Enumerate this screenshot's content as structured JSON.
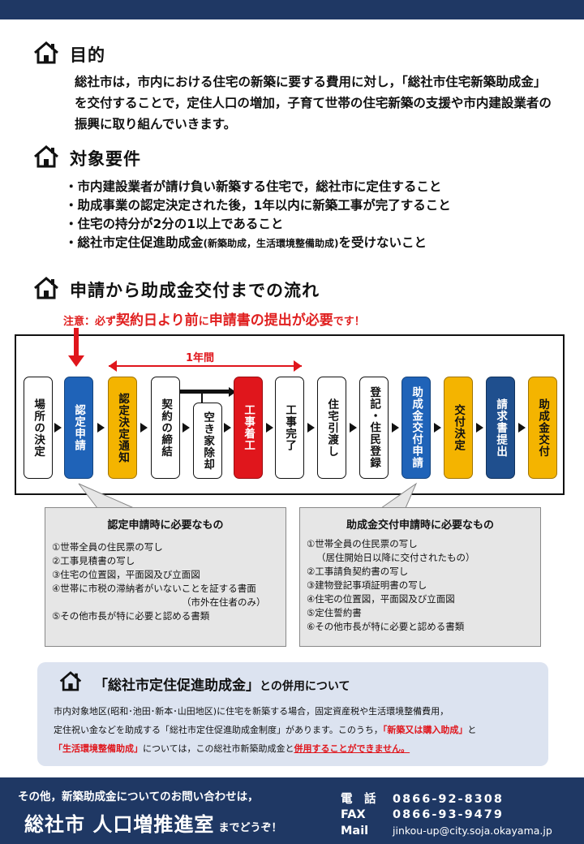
{
  "purpose": {
    "heading": "目的",
    "text": "総社市は，市内における住宅の新築に要する費用に対し，「総社市住宅新築助成金」を交付することで，定住人口の増加，子育て世帯の住宅新築の支援や市内建設業者の振興に取り組んでいきます。"
  },
  "requirements": {
    "heading": "対象要件",
    "items": [
      "・市内建設業者が請け負い新築する住宅で，総社市に定住すること",
      "・助成事業の認定決定された後，1年以内に新築工事が完了すること",
      "・住宅の持分が2分の1以上であること"
    ],
    "item4_main": "・総社市定住促進助成金",
    "item4_paren": "(新築助成，生活環境整備助成)",
    "item4_tail": "を受けないこと"
  },
  "flow": {
    "heading": "申請から助成金交付までの流れ",
    "note_prefix": "注意：必ず",
    "note_em1": "契約日より前",
    "note_mid": "に",
    "note_em2": "申請書の提出が必要",
    "note_suffix": "です！",
    "one_year": "1年間",
    "steps": [
      "場所の決定",
      "認定申請",
      "認定決定通知",
      "契約の締結",
      "空き家除却",
      "工事着工",
      "工事完了",
      "住宅引渡し",
      "登記・住民登録",
      "助成金交付申請",
      "交付決定",
      "請求書提出",
      "助成金交付"
    ]
  },
  "docs_left": {
    "title": "認定申請時に必要なもの",
    "items": [
      "①世帯全員の住民票の写し",
      "②工事見積書の写し",
      "③住宅の位置図，平面図及び立面図",
      "④世帯に市税の滞納者がいないことを証する書面",
      "（市外在住者のみ）",
      "⑤その他市長が特に必要と認める書類"
    ]
  },
  "docs_right": {
    "title": "助成金交付申請時に必要なもの",
    "items": [
      "①世帯全員の住民票の写し",
      "（居住開始日以降に交付されたもの）",
      "②工事請負契約書の写し",
      "③建物登記事項証明書の写し",
      "④住宅の位置図，平面図及び立面図",
      "⑤定住誓約書",
      "⑥その他市長が特に必要と認める書類"
    ]
  },
  "combo": {
    "heading": "「総社市定住促進助成金」",
    "heading_suffix": "との併用について",
    "line1": "市内対象地区(昭和･池田･新本･山田地区)に住宅を新築する場合，固定資産税や生活環境整備費用，",
    "line2a": "定住祝い金などを助成する「総社市定住促進助成金制度」があります。このうち，",
    "line2b": "「新築又は購入助成」",
    "line2c": "と",
    "line3a": "「生活環境整備助成」",
    "line3b": "については，この総社市新築助成金と",
    "line3c": "併用することができません。"
  },
  "footer": {
    "line1": "その他，新築助成金についてのお問い合わせは，",
    "office": "総社市 人口増推進室",
    "office_suffix": "までどうぞ！",
    "tel_label": "電　話",
    "tel": "0866-92-8308",
    "fax_label": "FAX",
    "fax": "0866-93-9479",
    "mail_label": "Mail",
    "mail": "jinkou-up@city.soja.okayama.jp"
  },
  "colors": {
    "navy": "#1f3864",
    "blue": "#1f63b8",
    "orange": "#f4b400",
    "red": "#e0161c"
  }
}
